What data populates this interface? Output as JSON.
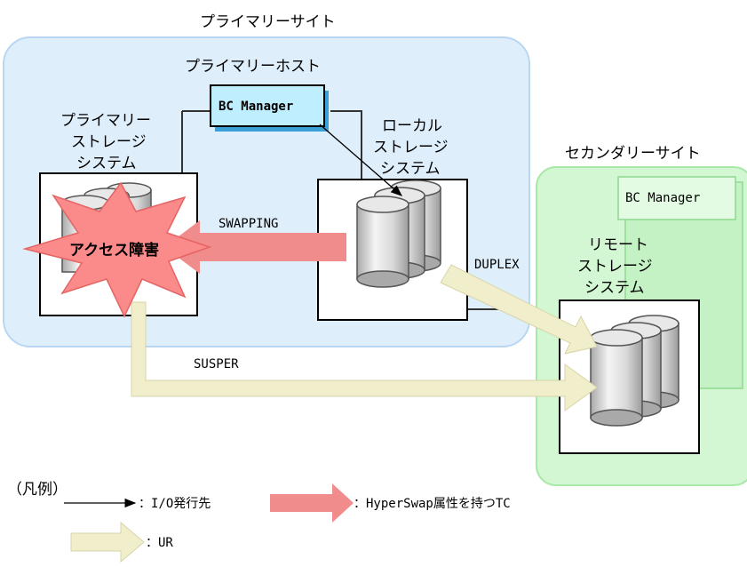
{
  "primary_site": {
    "label": "プライマリーサイト",
    "host_label": "プライマリーホスト",
    "bc_manager_label": "BC Manager"
  },
  "primary_storage": {
    "label_lines": [
      "プライマリー",
      "ストレージ",
      "システム"
    ]
  },
  "local_storage": {
    "label_lines": [
      "ローカル",
      "ストレージ",
      "システム"
    ]
  },
  "secondary_site": {
    "label": "セカンダリーサイト",
    "bc_manager_label": "BC Manager"
  },
  "remote_storage": {
    "label_lines": [
      "リモート",
      "ストレージ",
      "システム"
    ]
  },
  "failure": {
    "label": "アクセス障害"
  },
  "pair_states": {
    "swapping": "SWAPPING",
    "duplex": "DUPLEX",
    "susper": "SUSPER"
  },
  "legend": {
    "title": "（凡例）",
    "io_label": "：I/O発行先",
    "hyperswap_label": "：HyperSwap属性を持つTC",
    "ur_label": "：UR"
  },
  "colors": {
    "primary_site_fill": "#dfeefb",
    "primary_site_border": "#b9d6f2",
    "secondary_site_fill": "#d2f7d2",
    "secondary_site_border": "#a8e8a8",
    "bc_manager_fill": "#bfefff",
    "hyperswap_arrow": "#f08c8c",
    "ur_arrow": "#f0eecb",
    "failure_burst": "#fb8a8a"
  }
}
